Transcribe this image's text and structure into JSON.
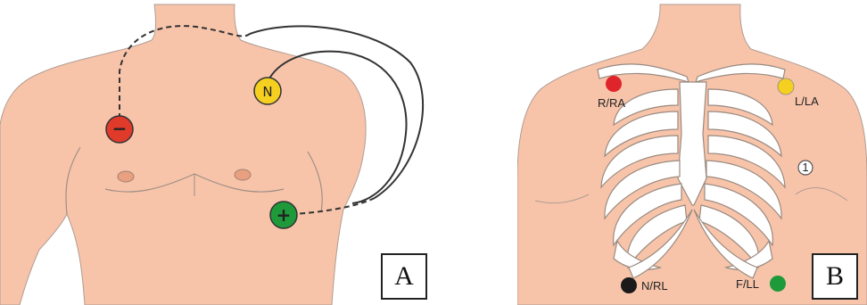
{
  "panel_a": {
    "label": "A",
    "electrodes": [
      {
        "id": "negative",
        "sign": "−",
        "color": "#e03a2b"
      },
      {
        "id": "neutral",
        "sign": "N",
        "color": "#f5d020"
      },
      {
        "id": "positive",
        "sign": "+",
        "color": "#1e9a3a"
      }
    ]
  },
  "panel_b": {
    "label": "B",
    "electrodes": [
      {
        "id": "ra",
        "text": "R/RA",
        "color": "#e0242b"
      },
      {
        "id": "la",
        "text": "L/LA",
        "color": "#f5d020"
      },
      {
        "id": "rl",
        "text": "N/RL",
        "color": "#1a1a1a"
      },
      {
        "id": "ll",
        "text": "F/LL",
        "color": "#1e9a3a"
      }
    ],
    "marker": "1"
  },
  "colors": {
    "skin": "#f7c4aa",
    "outline": "#9a8a80",
    "rib": "#ffffff"
  }
}
